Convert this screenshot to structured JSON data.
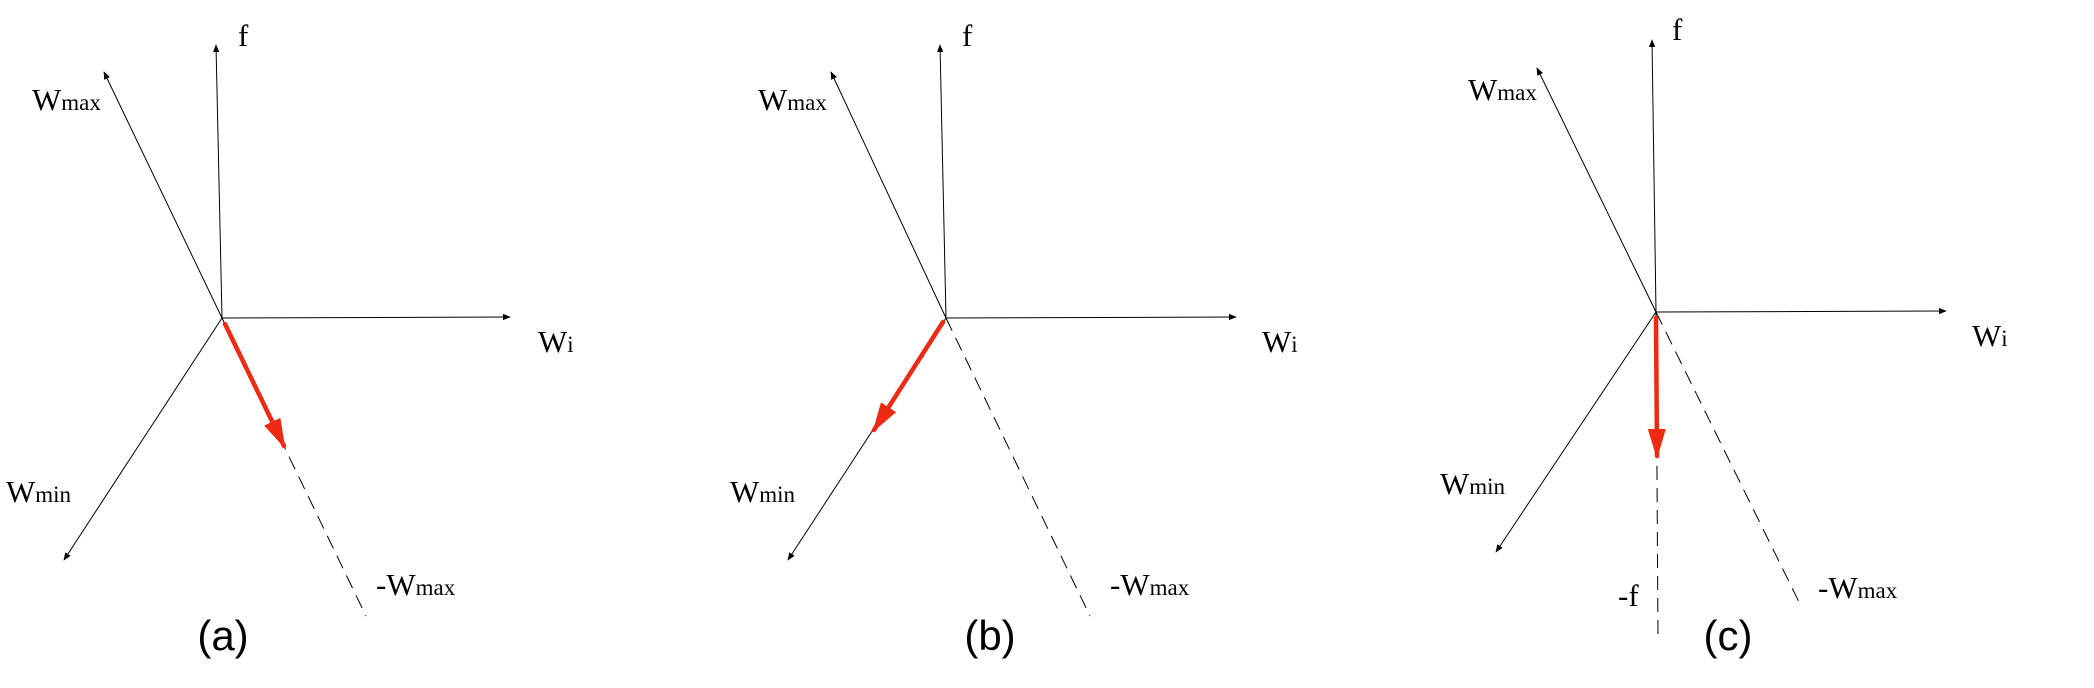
{
  "labels": {
    "f": "f",
    "neg_f": "-f",
    "w_letter": "W",
    "neg_w_letter": "-W",
    "max_sub": "max",
    "min_sub": "min",
    "i_sub": "i"
  },
  "panels": [
    {
      "caption": "(a)"
    },
    {
      "caption": "(b)"
    },
    {
      "caption": "(c)"
    }
  ],
  "colors": {
    "axis": "#000000",
    "highlight_arrow": "#ee2a12"
  }
}
